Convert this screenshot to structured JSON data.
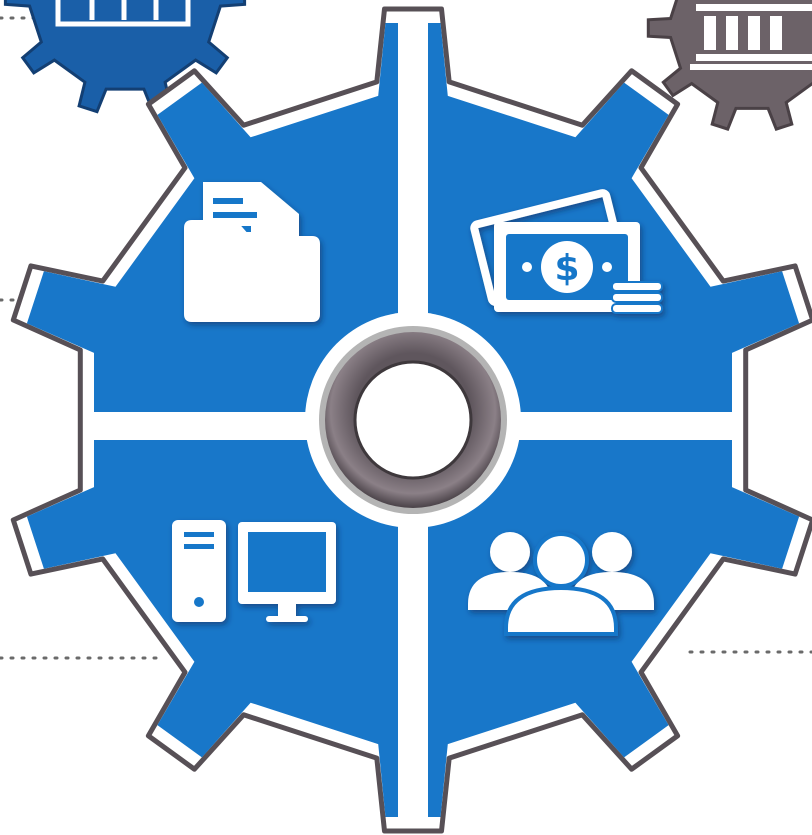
{
  "colors": {
    "background": "#ffffff",
    "gear_fill": "#1877c9",
    "gear_outline": "#575056",
    "gear_outline_light": "#ffffff",
    "divider": "#ffffff",
    "icon": "#ffffff",
    "hub_ring": "#5f565d",
    "hub_ring_highlight": "#8b8087",
    "hub_hole": "#ffffff",
    "small_gear_left": "#1a5fa8",
    "small_gear_right": "#6c6268",
    "connector_dots": "#6a6a6a"
  },
  "quadrants": [
    {
      "position": "top-left",
      "icon": "folder-icon"
    },
    {
      "position": "top-right",
      "icon": "money-stack-icon"
    },
    {
      "position": "bottom-left",
      "icon": "computer-icon"
    },
    {
      "position": "bottom-right",
      "icon": "people-group-icon"
    }
  ],
  "corner_gears": [
    {
      "position": "top-left",
      "icon": "building-icon"
    },
    {
      "position": "top-right",
      "icon": "bank-icon"
    }
  ]
}
